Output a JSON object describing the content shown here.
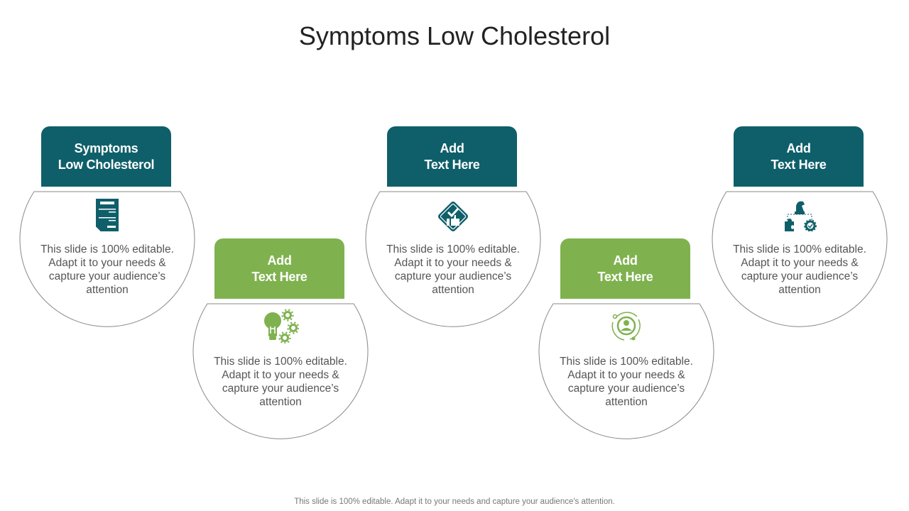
{
  "title": "Symptoms Low Cholesterol",
  "footer": "This slide is 100% editable. Adapt it to your needs and capture your audience's attention.",
  "colors": {
    "teal": "#0f5f6a",
    "green": "#7fb24f",
    "outline": "#888888"
  },
  "cards": [
    {
      "heading_line1": "Symptoms",
      "heading_line2": "Low Cholesterol",
      "icon": "document-icon",
      "text": "This slide is 100% editable. Adapt it to your needs & capture your audience’s attention",
      "theme": "teal"
    },
    {
      "heading_line1": "Add",
      "heading_line2": "Text Here",
      "icon": "lightbulb-gears-icon",
      "text": "This slide is 100% editable. Adapt it to your needs & capture your audience’s attention",
      "theme": "green"
    },
    {
      "heading_line1": "Add",
      "heading_line2": "Text Here",
      "icon": "approval-thumbs-up-icon",
      "text": "This slide is 100% editable. Adapt it to your needs & capture your audience’s attention",
      "theme": "teal"
    },
    {
      "heading_line1": "Add",
      "heading_line2": "Text Here",
      "icon": "user-cycle-icon",
      "text": "This slide is 100% editable. Adapt it to your needs & capture your audience’s attention",
      "theme": "green"
    },
    {
      "heading_line1": "Add",
      "heading_line2": "Text Here",
      "icon": "strategy-chess-icon",
      "text": "This slide is 100% editable. Adapt it to your needs & capture your audience’s attention",
      "theme": "teal"
    }
  ]
}
